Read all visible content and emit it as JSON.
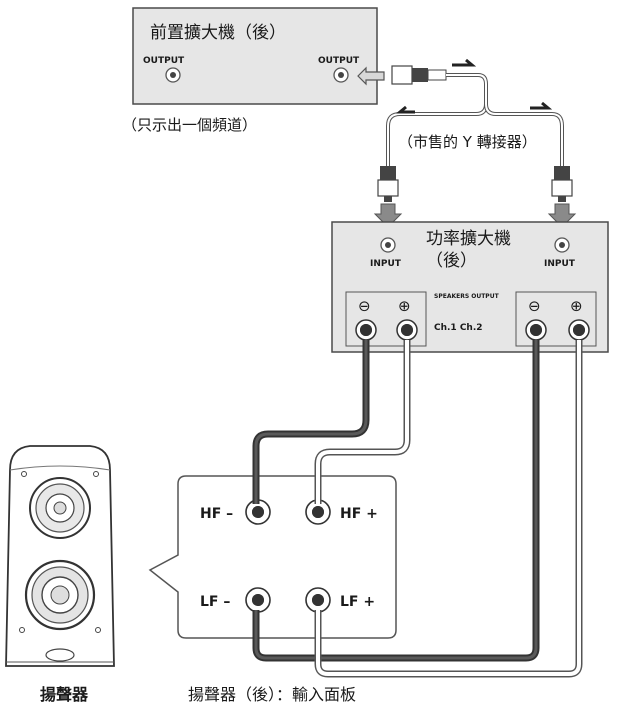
{
  "preamp": {
    "title": "前置擴大機（後）",
    "output_left": "OUTPUT",
    "output_right": "OUTPUT",
    "note": "（只示出一個頻道）"
  },
  "y_adapter": {
    "label": "（市售的 Y 轉接器）"
  },
  "power_amp": {
    "title_line1": "功率擴大機",
    "title_line2": "（後）",
    "input_left": "INPUT",
    "input_right": "INPUT",
    "speakers_output": "SPEAKERS OUTPUT",
    "channels": "Ch.1 Ch.2",
    "minus_symbol": "⊖",
    "plus_symbol": "⊕"
  },
  "speaker_panel": {
    "hf_minus": "HF –",
    "hf_plus": "HF +",
    "lf_minus": "LF –",
    "lf_plus": "LF +",
    "caption": "揚聲器（後）：輸入面板"
  },
  "speaker": {
    "caption": "揚聲器"
  },
  "colors": {
    "device_fill": "#e6e6e6",
    "cable_dark": "#3c3c3c",
    "cable_light": "#ffffff",
    "arrow": "#8a8a8a"
  }
}
